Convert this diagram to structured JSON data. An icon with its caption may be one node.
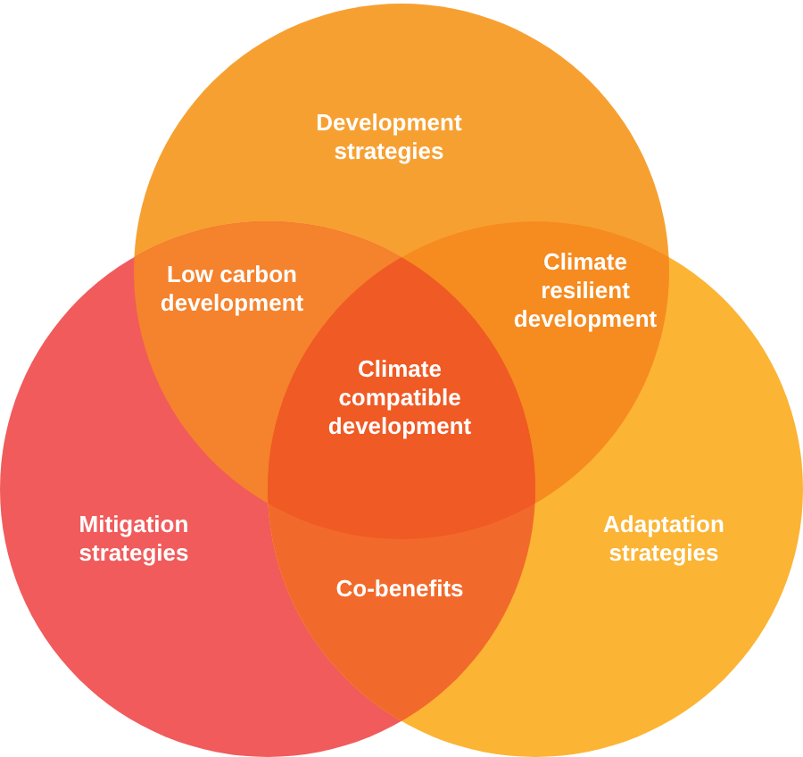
{
  "diagram": {
    "nodes": [
      {
        "text": [
          "Development strategies"
        ]
      },
      {
        "text": [
          "Mitigation strategies"
        ]
      },
      {
        "text": [
          "Adaptation strategies"
        ]
      }
    ],
    "labels": [
      "Low carbon development",
      "Climate resilient development",
      "Climate compatible development",
      "Co-benefits"
    ]
  }
}
